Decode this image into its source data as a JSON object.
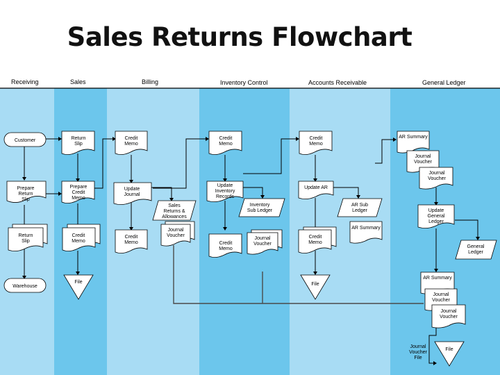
{
  "title": "Sales Returns Flowchart",
  "colors": {
    "lane_light": "#a8dcf4",
    "lane_dark": "#6cc6ec",
    "header_bg": "#ffffff",
    "line": "#000000"
  },
  "lanes": [
    "Receiving",
    "Sales",
    "Billing",
    "Inventory Control",
    "Accounts Receivable",
    "General Ledger"
  ],
  "nodes": {
    "customer": "Customer",
    "return_slip_1": "Return Slip",
    "prepare_return_slip": "Prepare Return Slip",
    "return_slip_2": "Return Slip",
    "warehouse": "Warehouse",
    "prepare_credit_memo": "Prepare Credit Memo",
    "credit_memo_sales": "Credit Memo",
    "file_sales": "File",
    "credit_memo_billing_1": "Credit Memo",
    "update_journal": "Update Journal",
    "credit_memo_billing_2": "Credit Memo",
    "sales_returns_allowances": "Sales Returns & Allowances",
    "journal_voucher_billing": "Journal Voucher",
    "credit_memo_inv_1": "Credit Memo",
    "update_inventory_records": "Update Inventory Records",
    "inventory_sub_ledger": "Inventory Sub Ledger",
    "credit_memo_inv_2": "Credit Memo",
    "journal_voucher_inv": "Journal Voucher",
    "credit_memo_ar_1": "Credit Memo",
    "update_ar": "Update AR",
    "ar_sub_ledger": "AR Sub Ledger",
    "ar_summary_ar": "AR Summary",
    "credit_memo_ar_2": "Credit Memo",
    "file_ar": "File",
    "ar_summary_gl_1": "AR Summary",
    "journal_voucher_gl_1": "Journal Voucher",
    "journal_voucher_gl_2": "Journal Voucher",
    "update_general_ledger": "Update General Ledger",
    "general_ledger": "General Ledger",
    "ar_summary_gl_2": "AR Summary",
    "journal_voucher_gl_3": "Journal Voucher",
    "journal_voucher_gl_4": "Journal Voucher",
    "journal_voucher_file": "Journal Voucher File",
    "file_gl": "File"
  }
}
